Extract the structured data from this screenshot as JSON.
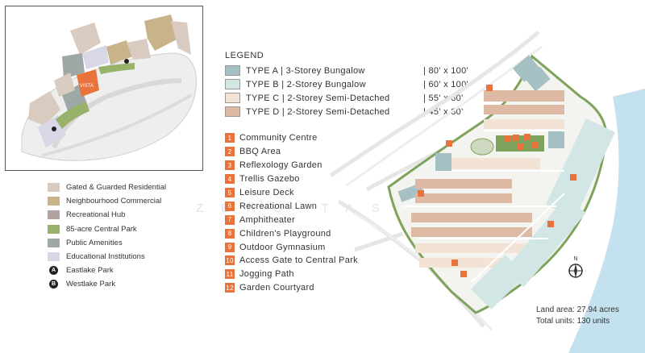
{
  "zone_legend": [
    {
      "label": "Gated & Guarded Residential",
      "color": "#d9cbbf"
    },
    {
      "label": "Neighbourhood Commercial",
      "color": "#c9b38a"
    },
    {
      "label": "Recreational Hub",
      "color": "#b3a3a0"
    },
    {
      "label": "85-acre Central Park",
      "color": "#98b26a"
    },
    {
      "label": "Public Amenities",
      "color": "#9ea8a6"
    },
    {
      "label": "Educational Institutions",
      "color": "#d8d7e6"
    }
  ],
  "parks": [
    {
      "marker": "A",
      "label": "Eastlake Park"
    },
    {
      "marker": "B",
      "label": "Westlake Park"
    }
  ],
  "legend": {
    "title": "LEGEND",
    "types": [
      {
        "name": "TYPE A  |  3-Storey Bungalow",
        "size": "|  80' x 100'",
        "color": "#a6c1c4"
      },
      {
        "name": "TYPE B  |  2-Storey Bungalow",
        "size": "|  60' x 100'",
        "color": "#d2e6e6"
      },
      {
        "name": "TYPE C  |  2-Storey Semi-Detached",
        "size": "|  55' x 80'",
        "color": "#f2e3d4"
      },
      {
        "name": "TYPE D  |  2-Storey Semi-Detached",
        "size": "|  45' x 80'",
        "color": "#deb9a4"
      }
    ]
  },
  "amenities": [
    {
      "num": "1",
      "label": "Community Centre"
    },
    {
      "num": "2",
      "label": "BBQ Area"
    },
    {
      "num": "3",
      "label": "Reflexology Garden"
    },
    {
      "num": "4",
      "label": "Trellis Gazebo"
    },
    {
      "num": "5",
      "label": "Leisure Deck"
    },
    {
      "num": "6",
      "label": "Recreational Lawn"
    },
    {
      "num": "7",
      "label": "Amphitheater"
    },
    {
      "num": "8",
      "label": "Children's Playground"
    },
    {
      "num": "9",
      "label": "Outdoor Gymnasium"
    },
    {
      "num": "10",
      "label": "Access Gate to Central Park"
    },
    {
      "num": "11",
      "label": "Jogging Path"
    },
    {
      "num": "12",
      "label": "Garden Courtyard"
    }
  ],
  "watermark": "ZENO TASA",
  "inset_label": "VISTA",
  "compass": {
    "label": "N"
  },
  "stats": {
    "land_area": "Land area: 27.94 acres",
    "total_units": "Total units: 130 units"
  },
  "colors": {
    "accent": "#e8743c",
    "water": "#c4e1ef",
    "road": "#eeeeee",
    "green": "#7fa35c"
  }
}
